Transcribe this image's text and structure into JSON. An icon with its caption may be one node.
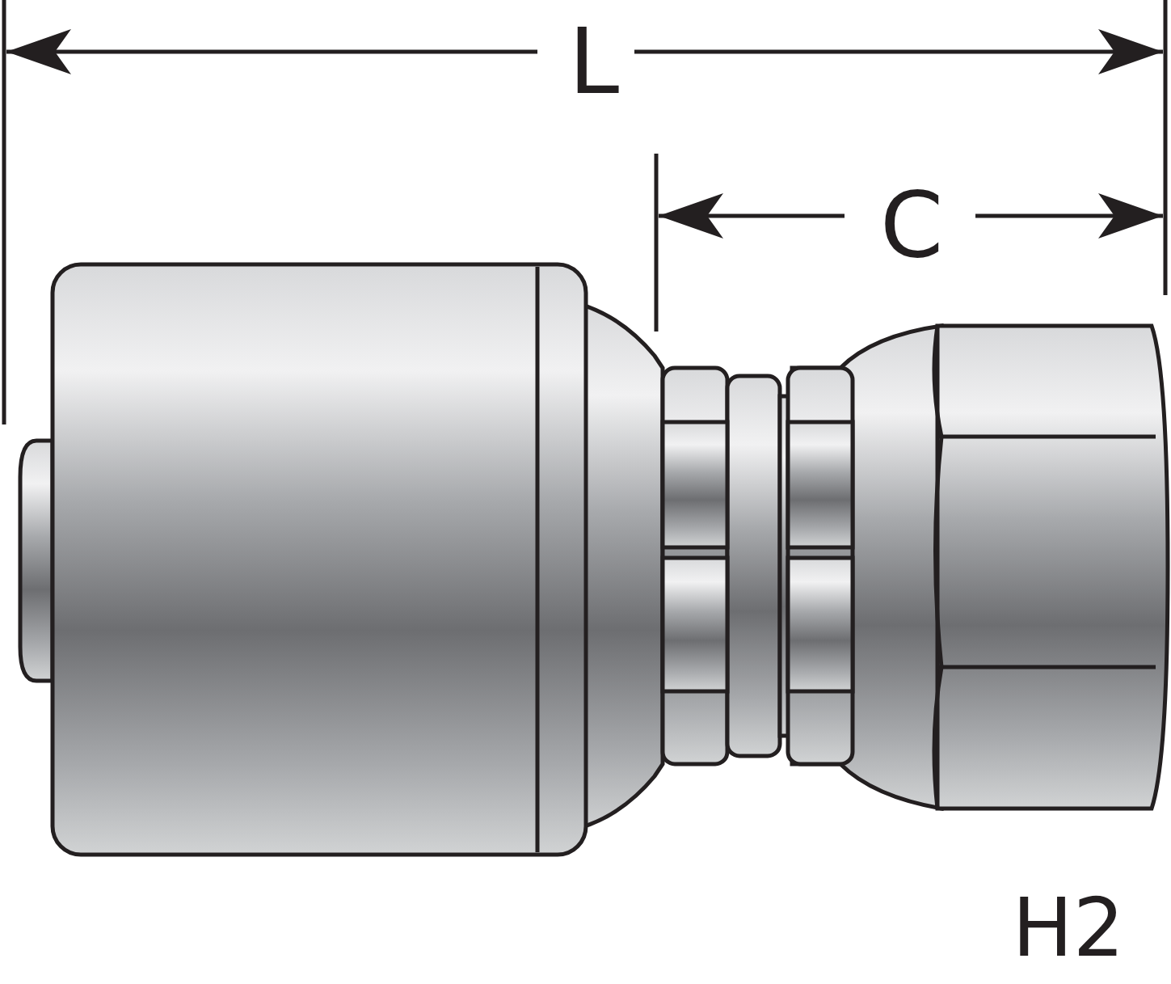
{
  "diagram": {
    "labels": [
      "L",
      "C",
      "H2"
    ]
  }
}
